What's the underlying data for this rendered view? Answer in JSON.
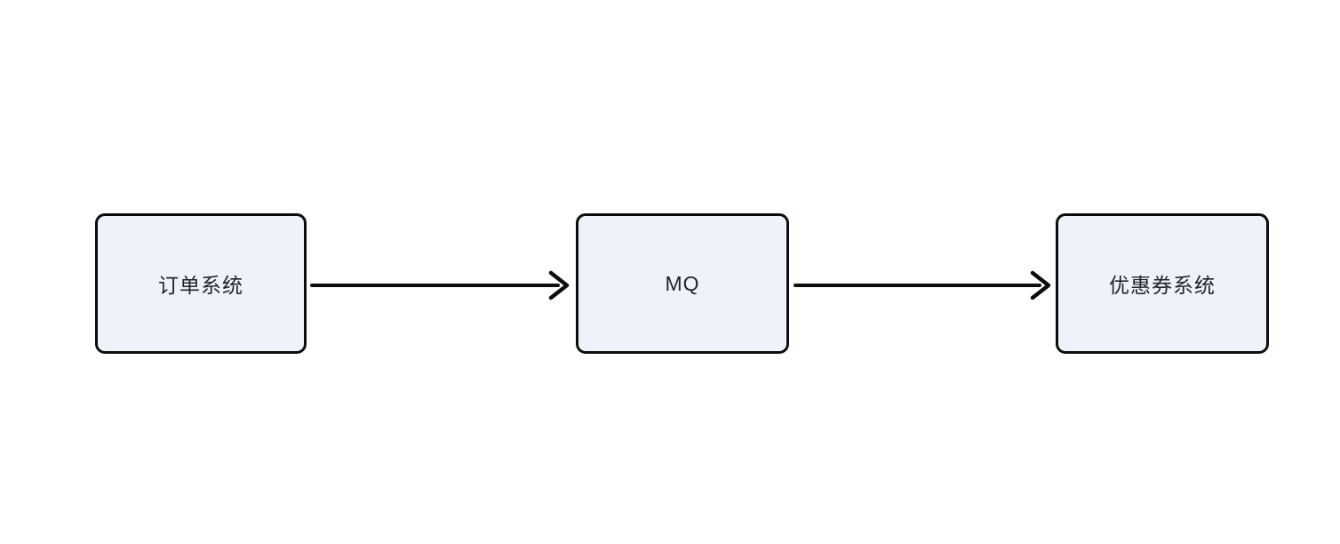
{
  "diagram": {
    "title": "message-queue-flow",
    "nodes": [
      {
        "id": "order-system",
        "label": "订单系统"
      },
      {
        "id": "mq",
        "label": "MQ"
      },
      {
        "id": "coupon-system",
        "label": "优惠券系统"
      }
    ],
    "edges": [
      {
        "from": "order-system",
        "to": "mq",
        "direction": "right"
      },
      {
        "from": "mq",
        "to": "coupon-system",
        "direction": "right"
      }
    ],
    "colors": {
      "background": "#ffffff",
      "node_fill": "#edf2fb",
      "node_border": "#0c0d0e",
      "arrow": "#0c0d0e",
      "text": "#20242c"
    }
  }
}
